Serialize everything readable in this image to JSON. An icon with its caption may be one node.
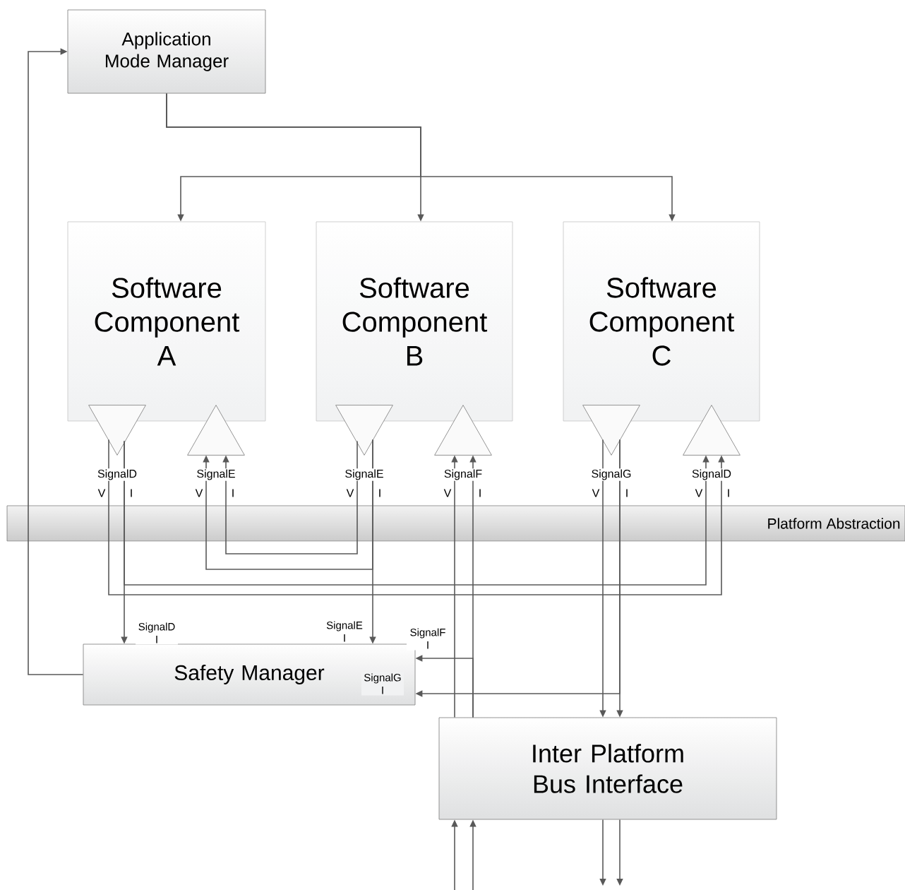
{
  "diagram": {
    "nodes": [
      {
        "text": [
          "Application Mode Manager"
        ]
      },
      {
        "text": [
          "Software Component A"
        ]
      },
      {
        "text": [
          "Software Component B"
        ]
      },
      {
        "text": [
          "Software Component C"
        ]
      },
      {
        "text": [
          "Safety Manager"
        ]
      },
      {
        "text": [
          "Inter Platform Bus Interface"
        ]
      },
      {
        "text": [],
        "shape": "triangle",
        "beside": [
          "SignalD",
          "V",
          "I"
        ]
      },
      {
        "text": [],
        "shape": "triangle",
        "beside": [
          "SignalE",
          "V",
          "I"
        ]
      },
      {
        "text": [],
        "shape": "triangle",
        "beside": [
          "SignalE",
          "V",
          "I"
        ]
      },
      {
        "text": [],
        "shape": "triangle",
        "beside": [
          "SignalF",
          "V",
          "I"
        ]
      },
      {
        "text": [],
        "shape": "triangle",
        "beside": [
          "SignalG",
          "V",
          "I"
        ]
      },
      {
        "text": [],
        "shape": "triangle",
        "beside": [
          "SignalD",
          "V",
          "I"
        ]
      }
    ],
    "edges": [
      {
        "from": 0,
        "to": 1,
        "arrow": "to"
      },
      {
        "from": 0,
        "to": 2,
        "arrow": "to"
      },
      {
        "from": 0,
        "to": 3,
        "arrow": "to"
      },
      {
        "from": 4,
        "to": 0,
        "arrow": "to"
      },
      {
        "from": 6,
        "to": 11,
        "arrow": "to"
      },
      {
        "from": 6,
        "to": 11,
        "arrow": "to"
      },
      {
        "from": 6,
        "to": 4,
        "arrow": "to",
        "label": "SignalD I"
      },
      {
        "from": 8,
        "to": 7,
        "arrow": "to"
      },
      {
        "from": 8,
        "to": 7,
        "arrow": "to"
      },
      {
        "from": 8,
        "to": 4,
        "arrow": "to",
        "label": "SignalE I"
      },
      {
        "from": 5,
        "to": 9,
        "arrow": "to"
      },
      {
        "from": 5,
        "to": 9,
        "arrow": "to"
      },
      {
        "from": 5,
        "to": 4,
        "arrow": "to",
        "label": "SignalF I"
      },
      {
        "from": 10,
        "to": 5,
        "arrow": "to"
      },
      {
        "from": 10,
        "to": 5,
        "arrow": "to"
      },
      {
        "from": 10,
        "to": 4,
        "arrow": "to",
        "label": "SignalG I"
      },
      {
        "from": null,
        "to": 5,
        "arrow": "to"
      },
      {
        "from": null,
        "to": 5,
        "arrow": "to"
      },
      {
        "from": 5,
        "to": null,
        "arrow": "to"
      },
      {
        "from": 5,
        "to": null,
        "arrow": "to"
      }
    ],
    "labels": [
      "Platform Abstraction"
    ]
  }
}
